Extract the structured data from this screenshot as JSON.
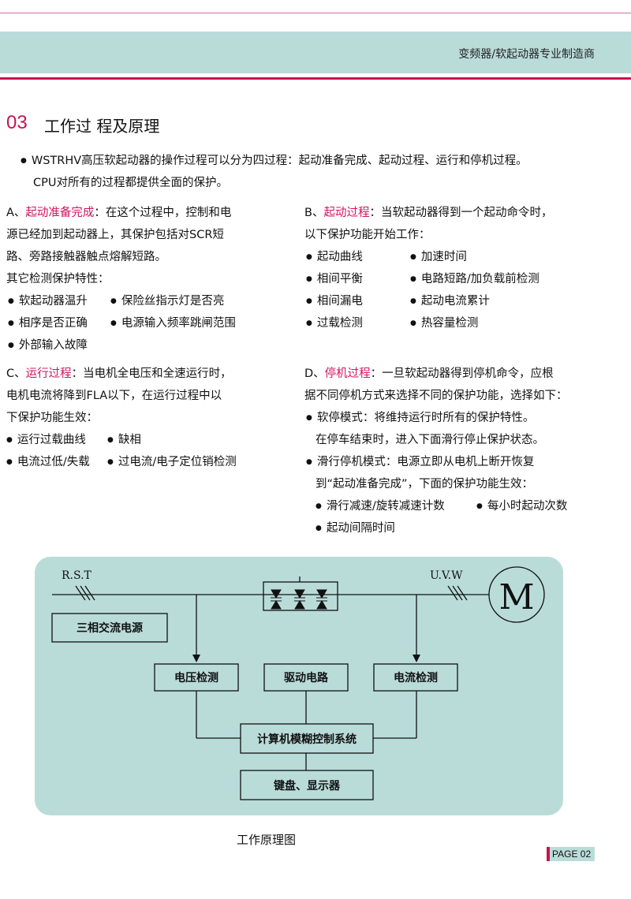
{
  "header": {
    "company": "变频器/软起动器专业制造商"
  },
  "section": {
    "number": "03",
    "title": "工作过 程及原理"
  },
  "intro": {
    "line1": "WSTRHV高压软起动器的操作过程可以分为四过程：起动准备完成、起动过程、运行和停机过程。",
    "line2": "CPU对所有的过程都提供全面的保护。"
  },
  "A": {
    "prefix": "A、",
    "label": "起动准备完成",
    "line1_rest": "：在这个过程中，控制和电",
    "line2": "源已经加到起动器上，其保护包括对SCR短",
    "line3": "路、旁路接触器触点熔解短路。",
    "line4": "其它检测保护特性：",
    "items": [
      "软起动器温升",
      "保险丝指示灯是否亮",
      "相序是否正确",
      "电源输入频率跳闸范围",
      "外部输入故障"
    ]
  },
  "B": {
    "prefix": "B、",
    "label": "起动过程",
    "line1_rest": "：当软起动器得到一个起动命令时，",
    "line2": "以下保护功能开始工作：",
    "items": [
      "起动曲线",
      "加速时间",
      "相间平衡",
      "电路短路/加负载前检测",
      "相间漏电",
      "起动电流累计",
      "过载检测",
      "热容量检测"
    ]
  },
  "C": {
    "prefix": "C、",
    "label": "运行过程",
    "line1_rest": "：当电机全电压和全速运行时，",
    "line2": "电机电流将降到FLA以下，在运行过程中以",
    "line3": "下保护功能生效：",
    "items": [
      "运行过载曲线",
      "缺相",
      "电流过低/失载",
      "过电流/电子定位销检测"
    ]
  },
  "D": {
    "prefix": "D、",
    "label": "停机过程",
    "line1_rest": "：一旦软起动器得到停机命令，应根",
    "line2": "据不同停机方式来选择不同的保护功能，选择如下：",
    "soft_stop": "软停模式：将维持运行时所有的保护特性。",
    "soft_stop2": "在停车结束时，进入下面滑行停止保护状态。",
    "coast": "滑行停机模式：电源立即从电机上断开恢复",
    "coast2": "到“起动准备完成”，下面的保护功能生效：",
    "items": [
      "滑行减速/旋转减速计数",
      "每小时起动次数",
      "起动间隔时间"
    ]
  },
  "diagram": {
    "rst": "R.S.T",
    "uvw": "U.V.W",
    "motor": "M",
    "source": "三相交流电源",
    "voltage": "电压检测",
    "drive": "驱动电路",
    "current": "电流检测",
    "computer": "计算机模糊控制系统",
    "keyboard": "键盘、显示器"
  },
  "caption": "工作原理图",
  "page": "PAGE 02"
}
